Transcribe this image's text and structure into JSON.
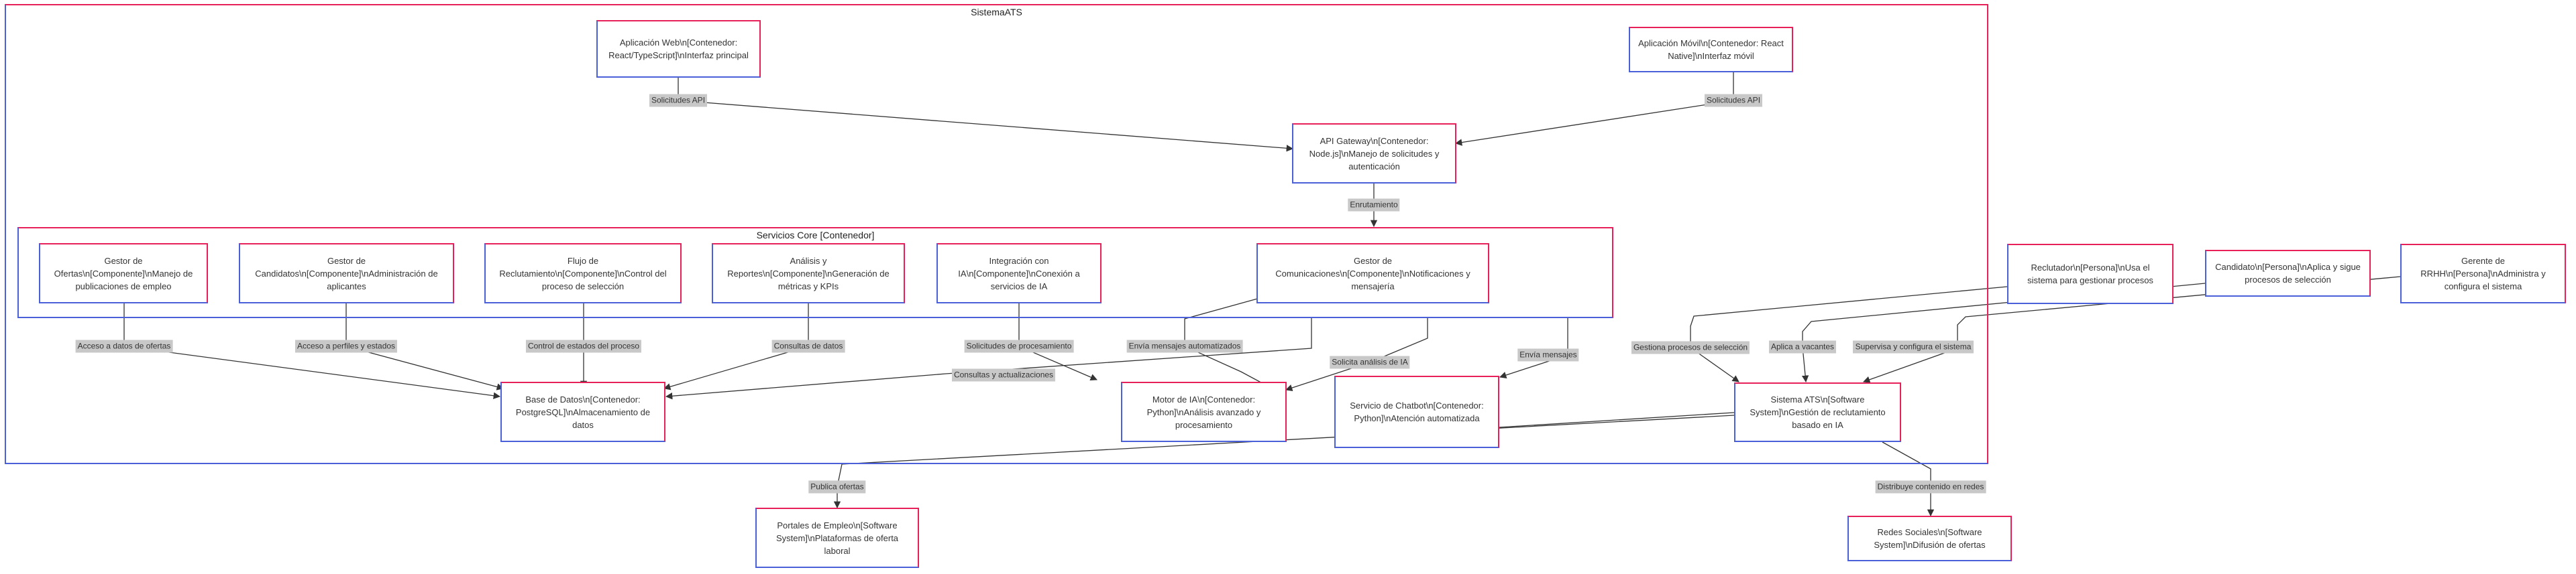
{
  "diagram": {
    "colors": {
      "stroke_a": "#e8205a",
      "stroke_b": "#4a60d8",
      "edge": "#333333",
      "label_bg": "#c8c8c8"
    },
    "system_title": "SistemaATS",
    "core_title": "Servicios Core [Contenedor]",
    "nodes": {
      "webapp": "Aplicación Web\\n[Contenedor: React/TypeScript]\\nInterfaz principal",
      "mobile": "Aplicación Móvil\\n[Contenedor: React Native]\\nInterfaz móvil",
      "gateway": "API Gateway\\n[Contenedor: Node.js]\\nManejo de solicitudes y autenticación",
      "job_manager": "Gestor de Ofertas\\n[Componente]\\nManejo de publicaciones de empleo",
      "candidate_manager": "Gestor de Candidatos\\n[Componente]\\nAdministración de aplicantes",
      "recruit_flow": "Flujo de Reclutamiento\\n[Componente]\\nControl del proceso de selección",
      "analytics": "Análisis y Reportes\\n[Componente]\\nGeneración de métricas y KPIs",
      "ai_integration": "Integración con IA\\n[Componente]\\nConexión a servicios de IA",
      "comm_manager": "Gestor de Comunicaciones\\n[Componente]\\nNotificaciones y mensajería",
      "database": "Base de Datos\\n[Contenedor: PostgreSQL]\\nAlmacenamiento de datos",
      "ai_engine": "Motor de IA\\n[Contenedor: Python]\\nAnálisis avanzado y procesamiento",
      "chatbot": "Servicio de Chatbot\\n[Contenedor: Python]\\nAtención automatizada",
      "ats_system": "Sistema ATS\\n[Software System]\\nGestión de reclutamiento basado en IA",
      "recruiter": "Reclutador\\n[Persona]\\nUsa el sistema para gestionar procesos",
      "candidate": "Candidato\\n[Persona]\\nAplica y sigue procesos de selección",
      "hr_manager": "Gerente de RRHH\\n[Persona]\\nAdministra y configura el sistema",
      "job_portals": "Portales de Empleo\\n[Software System]\\nPlataformas de oferta laboral",
      "social_networks": "Redes Sociales\\n[Software System]\\nDifusión de ofertas"
    },
    "edges": {
      "web_api": "Solicitudes API",
      "mobile_api": "Solicitudes API",
      "routing": "Enrutamiento",
      "jobs_db": "Acceso a datos de ofertas",
      "cands_db": "Acceso a perfiles y estados",
      "flow_db": "Control de estados del proceso",
      "analytics_db": "Consultas de datos",
      "ai_proc": "Solicitudes de procesamiento",
      "auto_msgs": "Envía mensajes automatizados",
      "queries": "Consultas y actualizaciones",
      "ai_analysis": "Solicita análisis de IA",
      "send_msgs": "Envía mensajes",
      "manages": "Gestiona procesos de selección",
      "applies": "Aplica a vacantes",
      "supervises": "Supervisa y configura el sistema",
      "publishes": "Publica ofertas",
      "distributes": "Distribuye contenido en redes"
    }
  }
}
